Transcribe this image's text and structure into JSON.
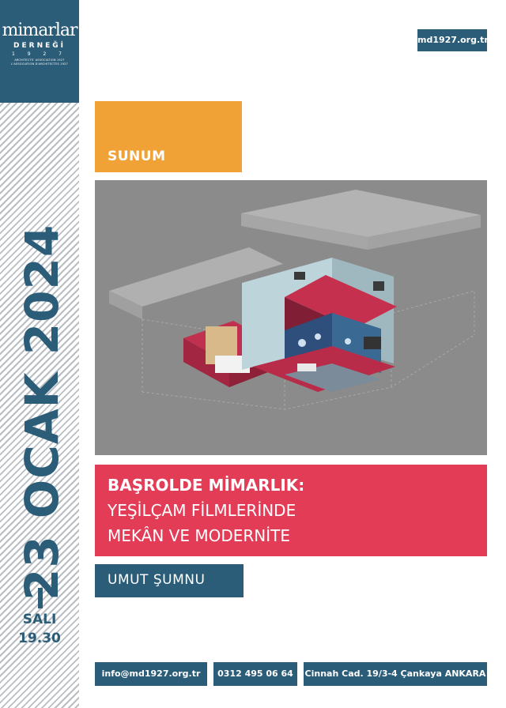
{
  "logo": {
    "name": "mimarlar",
    "sub": "DERNEĞİ",
    "year": "1 9 2 7",
    "tagline1": "ARCHITECTS' ASSOCIATION 1927",
    "tagline2": "L'ASSOCIATION D'ARCHITECTES 1927"
  },
  "event": {
    "date": "23 OCAK 2024",
    "day": "SALI",
    "time": "19.30",
    "category": "SUNUM",
    "title_line1": "BAŞROLDE MİMARLIK:",
    "title_line2": "YEŞİLÇAM FİLMLERİNDE",
    "title_line3": "MEKÂN VE MODERNİTE",
    "speaker": "UMUT ŞUMNU"
  },
  "website": "md1927.org.tr",
  "contact": {
    "email": "info@md1927.org.tr",
    "phone": "0312 495 06 64",
    "address": "Cinnah Cad. 19/3-4 Çankaya ANKARA"
  },
  "colors": {
    "blue": "#2c5d78",
    "orange": "#f0a236",
    "red": "#e33c57"
  }
}
